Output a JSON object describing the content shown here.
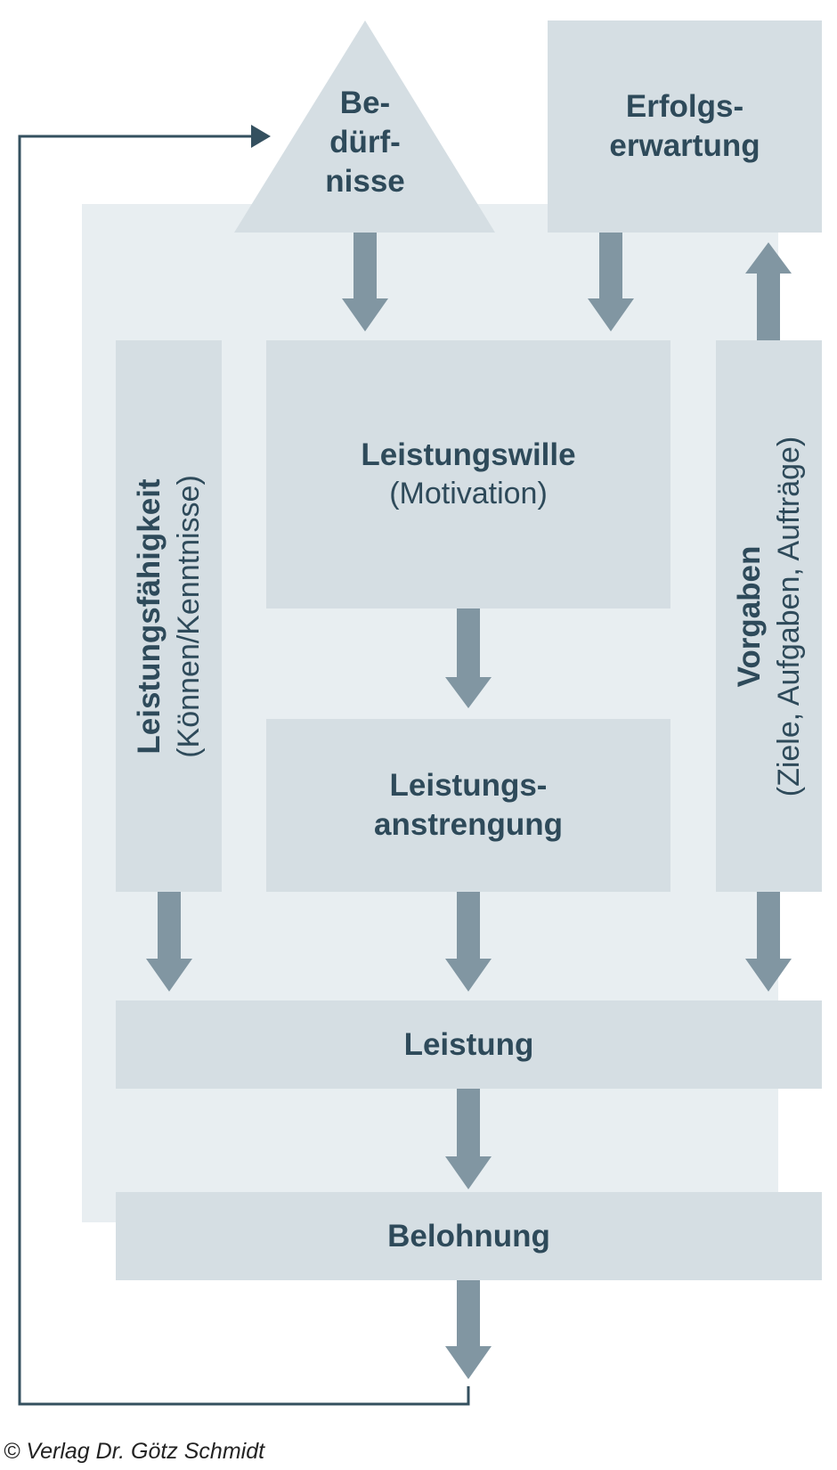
{
  "nodes": {
    "beduerfnisse": [
      "Be-",
      "dürf-",
      "nisse"
    ],
    "erfolgserwartung": [
      "Erfolgs-",
      "erwartung"
    ],
    "leistungsfaehigkeit": {
      "title": "Leistungsfähigkeit",
      "sub": "(Können/Kenntnisse)"
    },
    "leistungswille": {
      "title": "Leistungswille",
      "sub": "(Motivation)"
    },
    "vorgaben": {
      "title": "Vorgaben",
      "sub": "(Ziele, Aufgaben, Aufträge)"
    },
    "leistungsanstrengung": [
      "Leistungs-",
      "anstrengung"
    ],
    "leistung": "Leistung",
    "belohnung": "Belohnung"
  },
  "copyright": "© Verlag Dr. Götz Schmidt",
  "colors": {
    "text": "#2e4a5a",
    "box": "#d5dee3",
    "panel": "#e8eef1",
    "arrow": "#8196a2",
    "line": "#34505f"
  }
}
